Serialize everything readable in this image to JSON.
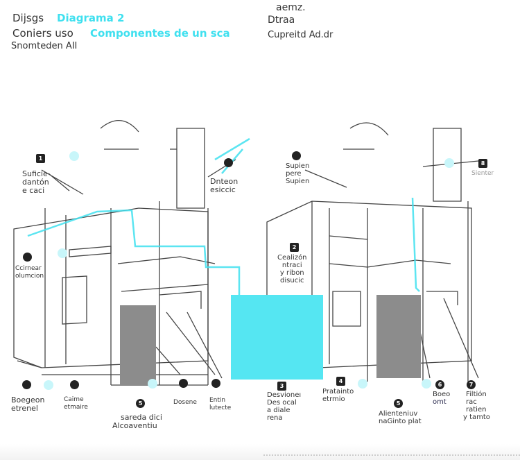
{
  "header": {
    "left_title": "Diagrama 2",
    "left_subtitle": "Componentes de un sca",
    "left_overlay_1": "Dijsgs",
    "left_overlay_2": "Coniers uso",
    "left_overlay_3": "Snomteden AII",
    "right_line_1": "aemz.",
    "right_line_2": "Dtraa",
    "right_line_3": "Cupreitd Ad.dr"
  },
  "left_panel": {
    "labels": [
      {
        "badge": "1",
        "lines": [
          "Suficie",
          "dantón",
          "e caci"
        ]
      },
      {
        "badge": "",
        "lines": [
          "Dnteon",
          "esiccic"
        ]
      },
      {
        "badge": "",
        "lines": [
          "Ccirnear",
          "olumcion"
        ]
      },
      {
        "badge": "",
        "lines": [
          "Boegeon",
          "etrenel"
        ]
      },
      {
        "badge": "",
        "lines": [
          "Caime",
          "etmaire"
        ]
      },
      {
        "badge": "5",
        "lines": [
          "Alcoaventiu",
          "sareda dici"
        ]
      },
      {
        "badge": "",
        "lines": [
          "Entin",
          "lutecte"
        ]
      },
      {
        "badge": "",
        "lines": [
          "Dosene"
        ]
      }
    ]
  },
  "right_panel": {
    "labels": [
      {
        "badge": "",
        "lines": [
          "Supien",
          "pere",
          "Supien"
        ]
      },
      {
        "badge": "8",
        "lines": [
          "Sienter"
        ]
      },
      {
        "badge": "2",
        "lines": [
          "Cealizón",
          "ntraci",
          "y ribon",
          "disucic"
        ]
      },
      {
        "badge": "3",
        "lines": [
          "Desvioneı",
          "Des ocal",
          "a diale",
          "rena"
        ]
      },
      {
        "badge": "4",
        "lines": [
          "Pratainto",
          "etrmio"
        ]
      },
      {
        "badge": "5",
        "lines": [
          "Alienteniuv",
          "naGinto plat"
        ]
      },
      {
        "badge": "6",
        "lines": [
          "Boeo",
          "omt"
        ]
      },
      {
        "badge": "7",
        "lines": [
          "Filtión",
          "rac",
          "ratien",
          "y tamto"
        ]
      }
    ]
  },
  "colors": {
    "accent": "#3fe0ef",
    "water": "#55e6f2",
    "bin": "#8c8c8c",
    "line": "#444444"
  }
}
